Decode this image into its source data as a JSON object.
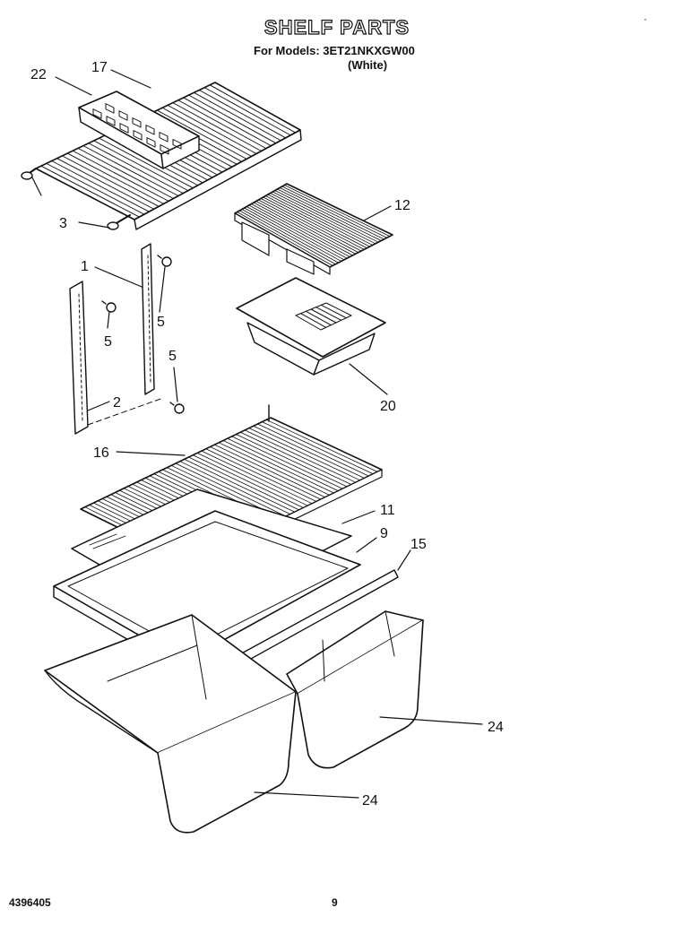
{
  "header": {
    "title": "SHELF PARTS",
    "model_line": "For Models: 3ET21NKXGW00",
    "color_line": "(White)"
  },
  "footer": {
    "part_number": "4396405",
    "page_number": "9"
  },
  "callouts": {
    "c22": "22",
    "c17": "17",
    "c3": "3",
    "c1": "1",
    "c5a": "5",
    "c5b": "5",
    "c5c": "5",
    "c2": "2",
    "c12": "12",
    "c20": "20",
    "c16": "16",
    "c11": "11",
    "c9": "9",
    "c15": "15",
    "c24a": "24",
    "c24b": "24"
  }
}
